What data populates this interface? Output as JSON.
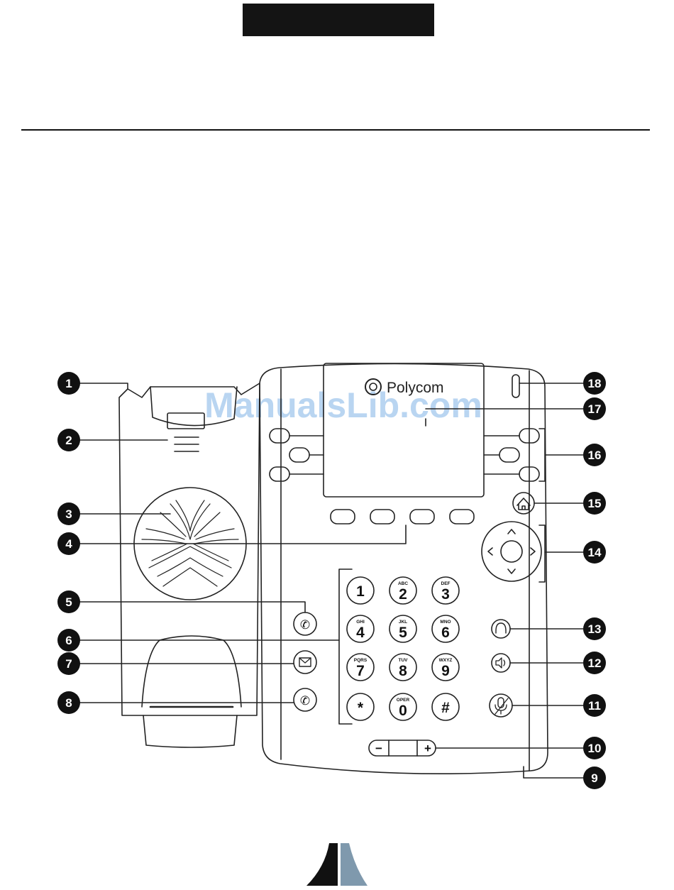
{
  "brand": {
    "name": "Polycom"
  },
  "watermark": {
    "text": "ManualsLib.com"
  },
  "callouts": [
    "1",
    "2",
    "3",
    "4",
    "5",
    "6",
    "7",
    "8",
    "9",
    "10",
    "11",
    "12",
    "13",
    "14",
    "15",
    "16",
    "17",
    "18"
  ],
  "keypad": [
    {
      "digit": "1",
      "letters": ""
    },
    {
      "digit": "2",
      "letters": "ABC"
    },
    {
      "digit": "3",
      "letters": "DEF"
    },
    {
      "digit": "4",
      "letters": "GHI"
    },
    {
      "digit": "5",
      "letters": "JKL"
    },
    {
      "digit": "6",
      "letters": "MNO"
    },
    {
      "digit": "7",
      "letters": "PQRS"
    },
    {
      "digit": "8",
      "letters": "TUV"
    },
    {
      "digit": "9",
      "letters": "WXYZ"
    },
    {
      "digit": "*",
      "letters": ""
    },
    {
      "digit": "0",
      "letters": "OPER"
    },
    {
      "digit": "#",
      "letters": ""
    }
  ],
  "volume": {
    "minus": "−",
    "plus": "+"
  },
  "colors": {
    "callout_fill": "#111111",
    "ink": "#222222",
    "logo_blue": "#7f99ad",
    "logo_dark": "#111111"
  }
}
